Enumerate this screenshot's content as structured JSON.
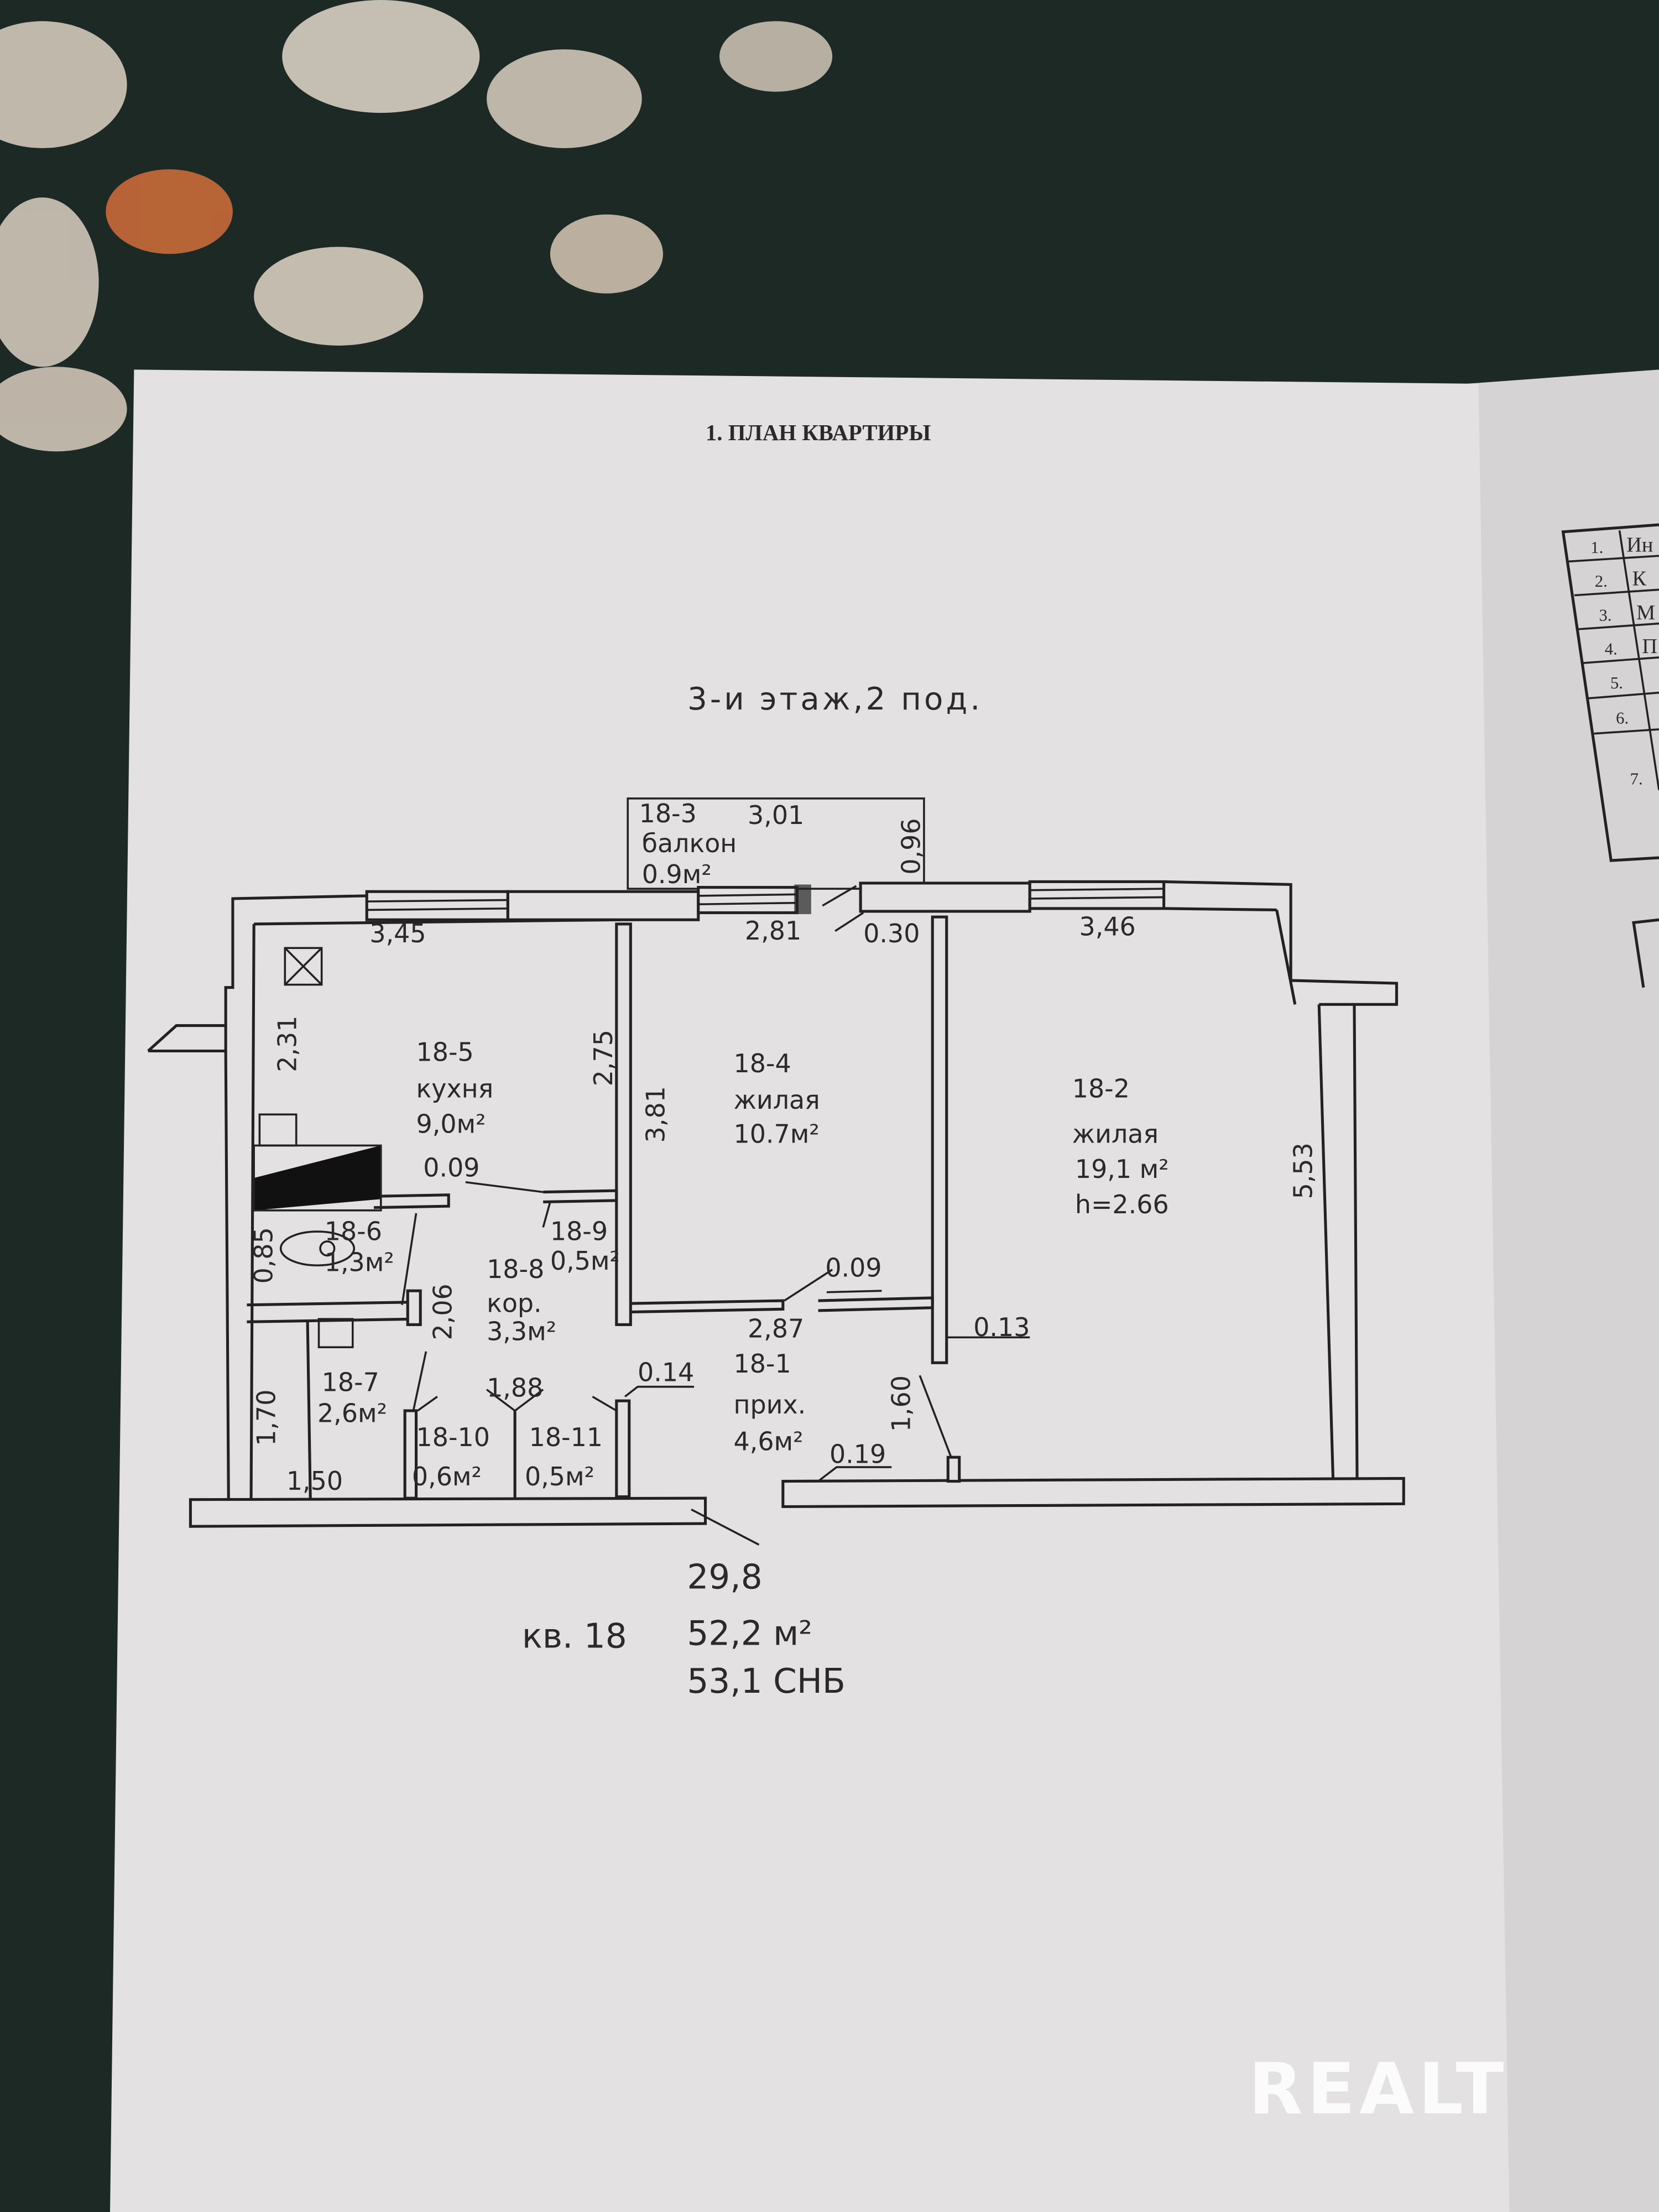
{
  "document": {
    "title": "1. ПЛАН КВАРТИРЫ",
    "floor_label": "3-и этаж,2 под."
  },
  "rooms": [
    {
      "id": "18-3",
      "name": "балкон",
      "area": "0.9м²"
    },
    {
      "id": "18-5",
      "name": "кухня",
      "area": "9,0м²"
    },
    {
      "id": "18-4",
      "name": "жилая",
      "area": "10.7м²"
    },
    {
      "id": "18-2",
      "name": "жилая",
      "area": "19,1 м²",
      "height": "h=2.66"
    },
    {
      "id": "18-6",
      "area": "1,3м²"
    },
    {
      "id": "18-9",
      "area": "0,5м²"
    },
    {
      "id": "18-8",
      "name": "кор.",
      "area": "3,3м²"
    },
    {
      "id": "18-1",
      "name": "прих.",
      "area": "4,6м²"
    },
    {
      "id": "18-7",
      "area": "2,6м²"
    },
    {
      "id": "18-10",
      "area": "0,6м²"
    },
    {
      "id": "18-11",
      "area": "0,5м²"
    }
  ],
  "dimensions": {
    "balcony_width": "3,01",
    "balcony_depth": "0,96",
    "kitchen_width": "3,45",
    "kitchen_side": "2,31",
    "kitchen_length": "2,75",
    "room4_top": "2,81",
    "wall_030": "0.30",
    "room4_length": "3,81",
    "room2_width": "3,46",
    "room2_length": "5,53",
    "d_009_kitchen": "0.09",
    "d_085": "0,85",
    "d_206": "2,06",
    "d_009_room4": "0.09",
    "d_013": "0.13",
    "d_287": "2,87",
    "d_014": "0.14",
    "d_188": "1,88",
    "d_160": "1,60",
    "d_170": "1,70",
    "d_150": "1,50",
    "d_019": "0.19"
  },
  "totals": {
    "living_area": "29,8",
    "apartment_label": "кв. 18",
    "total_area": "52,2 м²",
    "snb_area": "53,1 СНБ"
  },
  "side_table": {
    "rows": [
      "1.",
      "2.",
      "3.",
      "4.",
      "5.",
      "6.",
      "7."
    ],
    "partial_text": [
      "Ин",
      "К",
      "М",
      "П"
    ]
  },
  "watermark": "REALT",
  "colors": {
    "paper": "#e4e1e2",
    "ink": "#222222",
    "fabric": "#1d2a24"
  }
}
